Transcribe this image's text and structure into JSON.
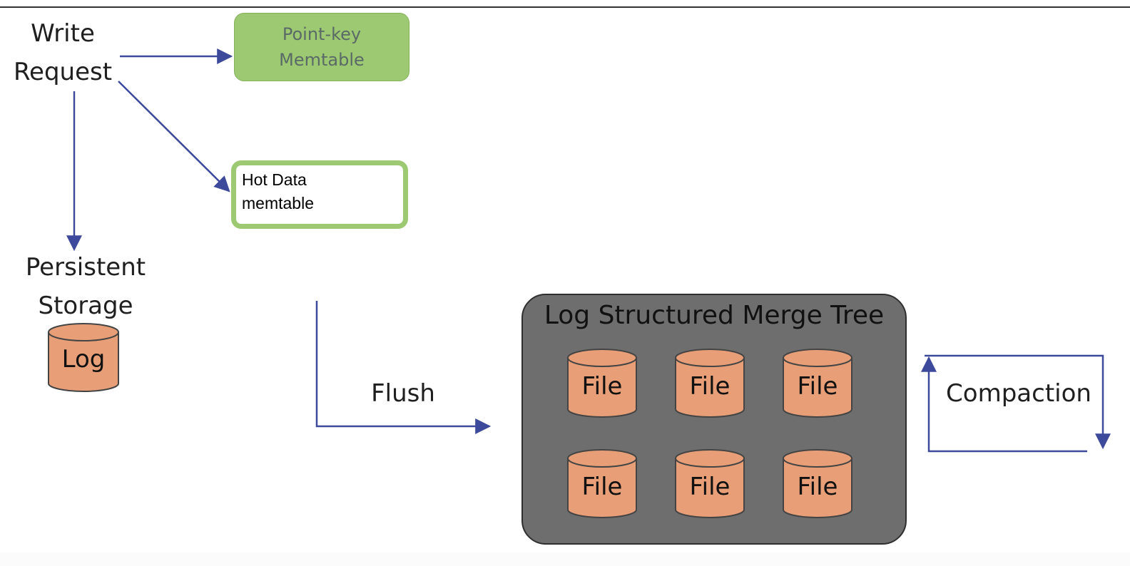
{
  "write_request": {
    "line1": "Write",
    "line2": "Request"
  },
  "persistent_storage": {
    "line1": "Persistent",
    "line2": "Storage"
  },
  "log_cylinder": {
    "label": "Log"
  },
  "point_key_memtable": {
    "line1": "Point-key",
    "line2": "Memtable"
  },
  "hot_data_memtable": {
    "line1": "Hot Data",
    "line2": "memtable"
  },
  "flush_label": "Flush",
  "lsm_tree": {
    "title": "Log Structured Merge Tree",
    "files": [
      "File",
      "File",
      "File",
      "File",
      "File",
      "File"
    ]
  },
  "compaction_label": "Compaction",
  "colors": {
    "arrow": "#3d4a9c",
    "memtable_green": "#9dc972",
    "cylinder_orange": "#e89f78",
    "lsm_gray": "#6e6e6e",
    "top_rule": "#333333"
  }
}
